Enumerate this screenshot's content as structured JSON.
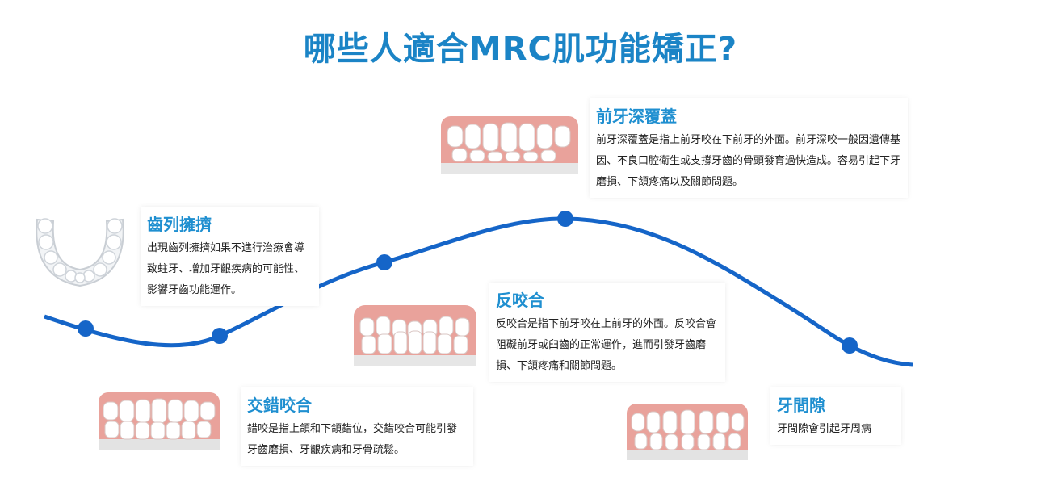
{
  "title": "哪些人適合MRC肌功能矯正?",
  "colors": {
    "accent": "#1b84c6",
    "heading": "#1f8fd0",
    "curve": "#1565c8",
    "gum": "#e9a29b",
    "tooth": "#ffffff"
  },
  "conditions": [
    {
      "id": "crowding",
      "heading": "齒列擁擠",
      "desc": "出現齒列擁擠如果不進行治療會導致蛀牙、增加牙齦疾病的可能性、影響牙齒功能運作。",
      "icon": "teeth-arch-icon"
    },
    {
      "id": "crossbite",
      "heading": "交錯咬合",
      "desc": "錯咬是指上頜和下頜錯位，交錯咬合可能引發牙齒磨損、牙齦疾病和牙骨疏鬆。",
      "icon": "teeth-crossbite-icon"
    },
    {
      "id": "underbite",
      "heading": "反咬合",
      "desc": "反咬合是指下前牙咬在上前牙的外面。反咬合會阻礙前牙或臼齒的正常運作，進而引發牙齒磨損、下頷疼痛和關節問題。",
      "icon": "teeth-underbite-icon"
    },
    {
      "id": "deepbite",
      "heading": "前牙深覆蓋",
      "desc": "前牙深覆蓋是指上前牙咬在下前牙的外面。前牙深咬一般因遺傳基因、不良口腔衛生或支撐牙齒的骨頭發育過快造成。容易引起下牙磨損、下頷疼痛以及關節問題。",
      "icon": "teeth-deepbite-icon"
    },
    {
      "id": "gap",
      "heading": "牙間隙",
      "desc": "牙間隙會引起牙周病",
      "icon": "teeth-gap-icon"
    }
  ]
}
